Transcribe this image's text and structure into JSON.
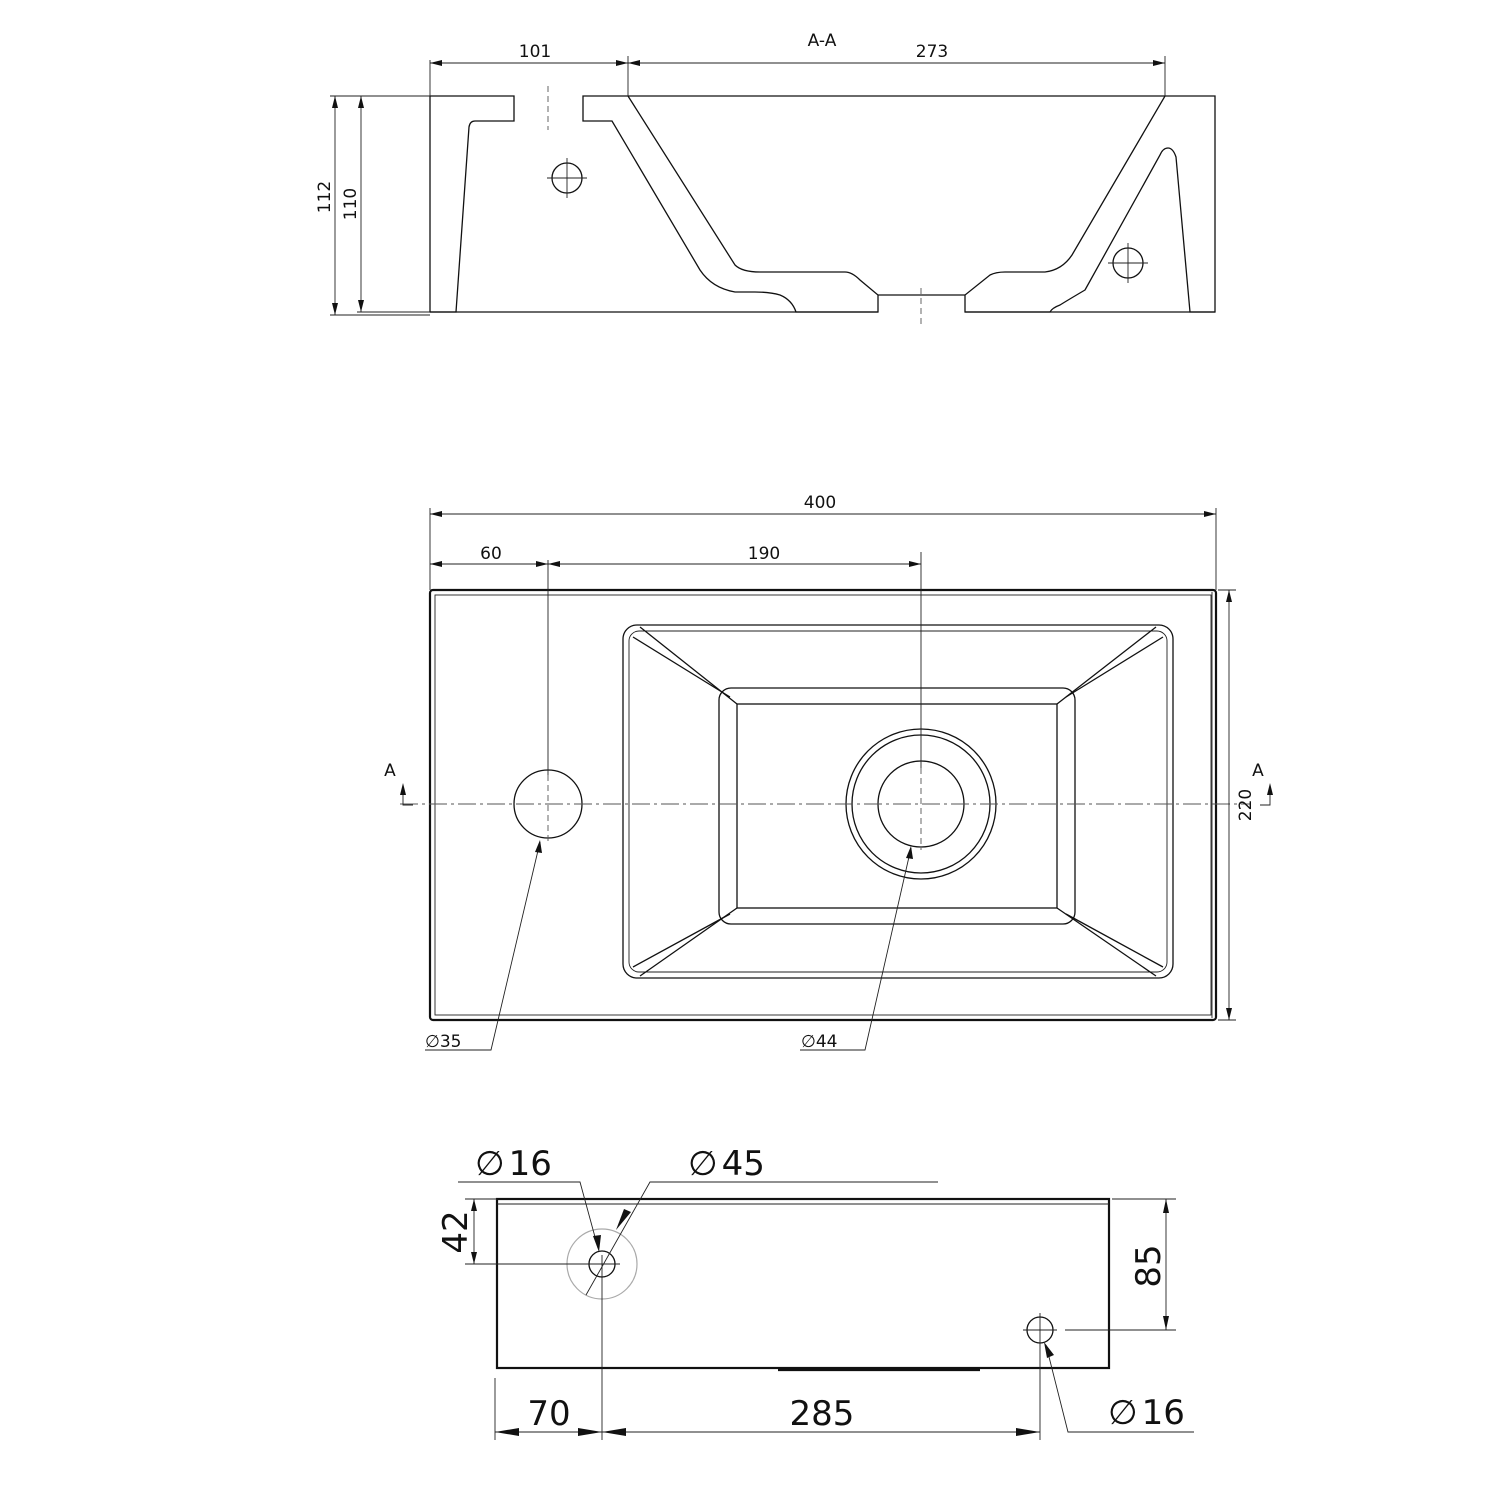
{
  "section_view": {
    "title": "A-A",
    "dims": {
      "overflow_offset": "101",
      "bowl_top_width": "273",
      "total_height": "112",
      "body_height": "110"
    }
  },
  "top_view": {
    "dims": {
      "overall_width": "400",
      "tap_hole_offset": "60",
      "tap_to_drain": "190",
      "overall_depth": "220"
    },
    "callouts": {
      "tap_hole": "35",
      "drain_hole": "44"
    },
    "section_markers": {
      "left": "A",
      "right": "A"
    },
    "diameter_symbol": "∅"
  },
  "rear_view": {
    "dims": {
      "left_hole_from_top": "42",
      "left_hole_from_edge": "70",
      "hole_spacing": "285",
      "right_hole_from_top": "85"
    },
    "callouts": {
      "left_small_hole": "16",
      "left_large_circle": "45",
      "right_small_hole": "16"
    },
    "diameter_symbol": "∅"
  }
}
